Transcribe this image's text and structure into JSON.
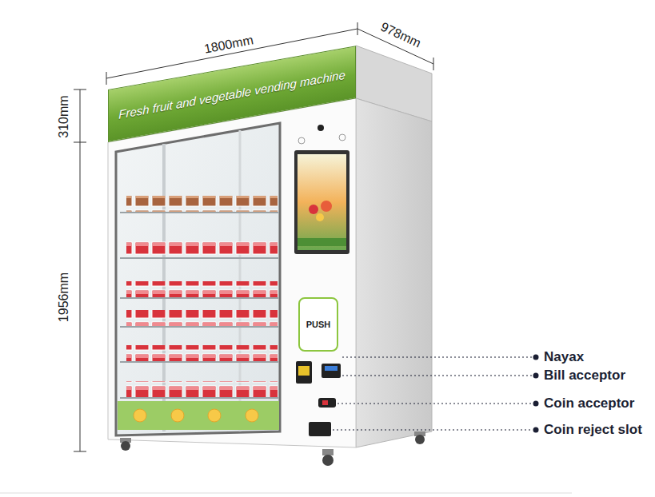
{
  "diagram": {
    "nodes": [
      {
        "text": [
          "Fresh fruit and vegetable vending machine"
        ]
      },
      {
        "text": [
          "PUSH"
        ]
      }
    ],
    "labels": [
      "1800mm",
      "978mm",
      "310mm",
      "1956mm",
      "Nayax",
      "Bill acceptor",
      "Coin acceptor",
      "Coin reject slot"
    ]
  }
}
